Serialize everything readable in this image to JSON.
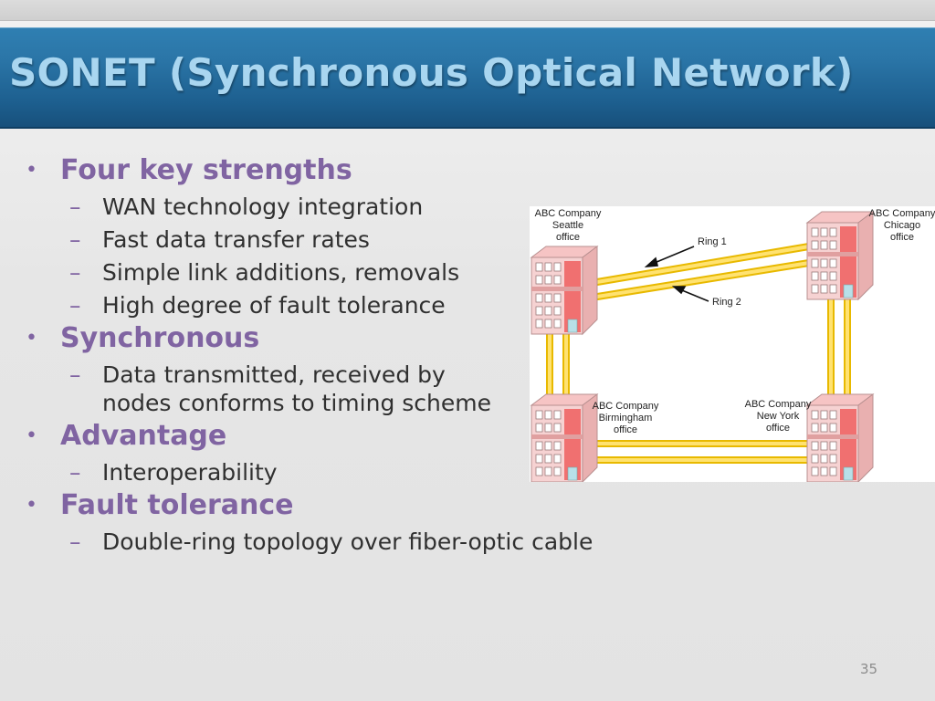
{
  "slide": {
    "title": "SONET (Synchronous Optical Network)",
    "number": "35"
  },
  "bullets": [
    {
      "text": "Four key strengths",
      "subs": [
        "WAN technology integration",
        "Fast data transfer rates",
        "Simple link additions, removals",
        "High degree of fault tolerance"
      ]
    },
    {
      "text": "Synchronous",
      "subs": [
        "Data transmitted, received by nodes conforms to timing scheme"
      ]
    },
    {
      "text": "Advantage",
      "subs": [
        "Interoperability"
      ]
    },
    {
      "text": "Fault tolerance",
      "subs": [
        "Double-ring topology over fiber-optic cable"
      ]
    }
  ],
  "figure": {
    "offices": [
      {
        "line1": "ABC Company",
        "line2": "Seattle",
        "line3": "office"
      },
      {
        "line1": "ABC Company",
        "line2": "Chicago",
        "line3": "office"
      },
      {
        "line1": "ABC Company",
        "line2": "Birmingham",
        "line3": "office"
      },
      {
        "line1": "ABC Company",
        "line2": "New York",
        "line3": "office"
      }
    ],
    "ring1_label": "Ring 1",
    "ring2_label": "Ring 2",
    "colors": {
      "cable": "#ffd84a",
      "cable_edge": "#e8b900",
      "building_front": "#f07070",
      "building_side": "#f8c8c8"
    }
  }
}
